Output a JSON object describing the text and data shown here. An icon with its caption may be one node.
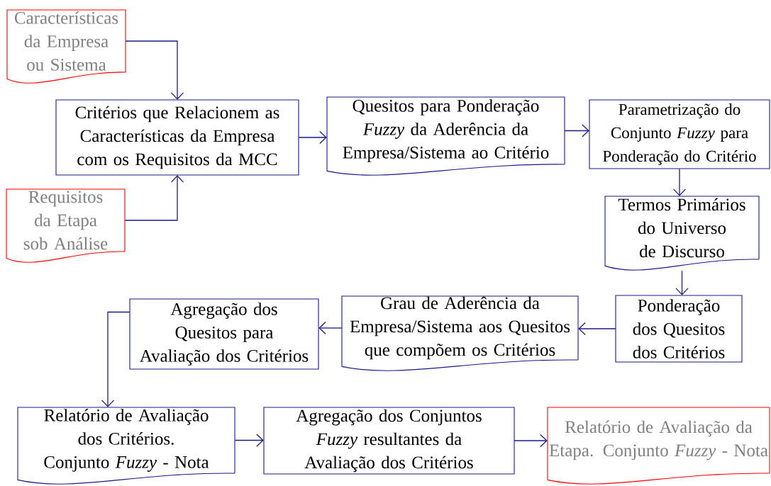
{
  "diagram": {
    "nodes": [
      {
        "text": [
          "Características da Empresa ou Sistema"
        ]
      },
      {
        "text": [
          "Critérios que Relacionem as Características da Empresa com os Requisitos da MCC"
        ]
      },
      {
        "text": [
          "Requisitos da Etapa sob Análise"
        ]
      },
      {
        "text": [
          "Quesitos para Ponderação *Fuzzy* da Aderência da Empresa/Sistema ao Critério"
        ]
      },
      {
        "text": [
          "Parametrização do Conjunto *Fuzzy* para Ponderação do Critério"
        ]
      },
      {
        "text": [
          "Termos Primários do Universo de Discurso"
        ]
      },
      {
        "text": [
          "Ponderação dos Quesitos dos Critérios"
        ]
      },
      {
        "text": [
          "Grau de Aderência da Empresa/Sistema aos Quesitos que compõem os Critérios"
        ]
      },
      {
        "text": [
          "Agregação dos Quesitos para Avaliação dos Critérios"
        ]
      },
      {
        "text": [
          "Relatório de Avaliação dos Critérios. Conjunto *Fuzzy* - Nota"
        ]
      },
      {
        "text": [
          "Agregação dos Conjuntos *Fuzzy* resultantes da Avaliação dos Critérios"
        ]
      },
      {
        "text": [
          "Relatório de Avaliação da Etapa. Conjunto *Fuzzy* - Nota"
        ]
      }
    ],
    "edges": [
      {
        "from": 0,
        "to": 1,
        "arrow": "to"
      },
      {
        "from": 2,
        "to": 1,
        "arrow": "to"
      },
      {
        "from": 1,
        "to": 3,
        "arrow": "to"
      },
      {
        "from": 3,
        "to": 4,
        "arrow": "to"
      },
      {
        "from": 4,
        "to": 5,
        "arrow": "to"
      },
      {
        "from": 5,
        "to": 6,
        "arrow": "to"
      },
      {
        "from": 6,
        "to": 7,
        "arrow": "to"
      },
      {
        "from": 7,
        "to": 8,
        "arrow": "to"
      },
      {
        "from": 8,
        "to": 9,
        "arrow": "to"
      },
      {
        "from": 9,
        "to": 10,
        "arrow": "to"
      },
      {
        "from": 10,
        "to": 11,
        "arrow": "to"
      }
    ]
  }
}
